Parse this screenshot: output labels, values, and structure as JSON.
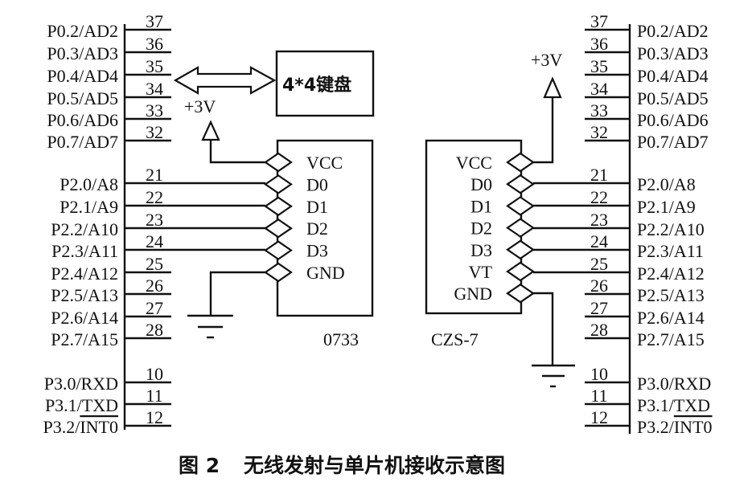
{
  "left_mcu": {
    "port0": [
      {
        "name": "P0.2/AD2",
        "pin": "37"
      },
      {
        "name": "P0.3/AD3",
        "pin": "36"
      },
      {
        "name": "P0.4/AD4",
        "pin": "35"
      },
      {
        "name": "P0.5/AD5",
        "pin": "34"
      },
      {
        "name": "P0.6/AD6",
        "pin": "33"
      },
      {
        "name": "P0.7/AD7",
        "pin": "32"
      }
    ],
    "port2": [
      {
        "name": "P2.0/A8",
        "pin": "21"
      },
      {
        "name": "P2.1/A9",
        "pin": "22"
      },
      {
        "name": "P2.2/A10",
        "pin": "23"
      },
      {
        "name": "P2.3/A11",
        "pin": "24"
      },
      {
        "name": "P2.4/A12",
        "pin": "25"
      },
      {
        "name": "P2.5/A13",
        "pin": "26"
      },
      {
        "name": "P2.6/A14",
        "pin": "27"
      },
      {
        "name": "P2.7/A15",
        "pin": "28"
      }
    ],
    "port3": [
      {
        "name": "P3.0/RXD",
        "pin": "10"
      },
      {
        "name": "P3.1/TXD",
        "pin": "11"
      },
      {
        "name": "P3.2/INT0",
        "pin": "12",
        "overline": "INT0"
      }
    ]
  },
  "right_mcu": {
    "port0": [
      {
        "name": "P0.2/AD2",
        "pin": "37"
      },
      {
        "name": "P0.3/AD3",
        "pin": "36"
      },
      {
        "name": "P0.4/AD4",
        "pin": "35"
      },
      {
        "name": "P0.5/AD5",
        "pin": "34"
      },
      {
        "name": "P0.6/AD6",
        "pin": "33"
      },
      {
        "name": "P0.7/AD7",
        "pin": "32"
      }
    ],
    "port2": [
      {
        "name": "P2.0/A8",
        "pin": "21"
      },
      {
        "name": "P2.1/A9",
        "pin": "22"
      },
      {
        "name": "P2.2/A10",
        "pin": "23"
      },
      {
        "name": "P2.3/A11",
        "pin": "24"
      },
      {
        "name": "P2.4/A12",
        "pin": "25"
      },
      {
        "name": "P2.5/A13",
        "pin": "26"
      },
      {
        "name": "P2.6/A14",
        "pin": "27"
      },
      {
        "name": "P2.7/A15",
        "pin": "28"
      }
    ],
    "port3": [
      {
        "name": "P3.0/RXD",
        "pin": "10"
      },
      {
        "name": "P3.1/TXD",
        "pin": "11"
      },
      {
        "name": "P3.2/INT0",
        "pin": "12",
        "overline": "INT0"
      }
    ]
  },
  "keyboard": {
    "label": "4*4键盘"
  },
  "transmitter": {
    "model": "0733",
    "pins": [
      "VCC",
      "D0",
      "D1",
      "D2",
      "D3",
      "GND"
    ],
    "supply": "+3V"
  },
  "receiver": {
    "model": "CZS-7",
    "pins": [
      "VCC",
      "D0",
      "D1",
      "D2",
      "D3",
      "VT",
      "GND"
    ],
    "supply": "+3V"
  },
  "caption": {
    "figure": "图 2",
    "title": "无线发射与单片机接收示意图"
  }
}
